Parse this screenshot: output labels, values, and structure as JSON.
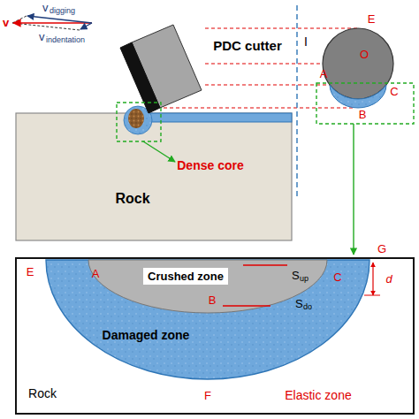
{
  "diagram": {
    "nodes": [
      {
        "text": [
          "Crushed zone"
        ]
      }
    ],
    "labels": [
      "v",
      "digging",
      "v",
      "indentation",
      "v",
      "PDC cutter",
      "Dense core",
      "Rock",
      "I",
      "E",
      "O",
      "A",
      "B",
      "C",
      "E",
      "A",
      "S",
      "up",
      "C",
      "G",
      "d",
      "B",
      "S",
      "do",
      "Damaged zone",
      "F",
      "Rock",
      "Elastic zone"
    ]
  }
}
